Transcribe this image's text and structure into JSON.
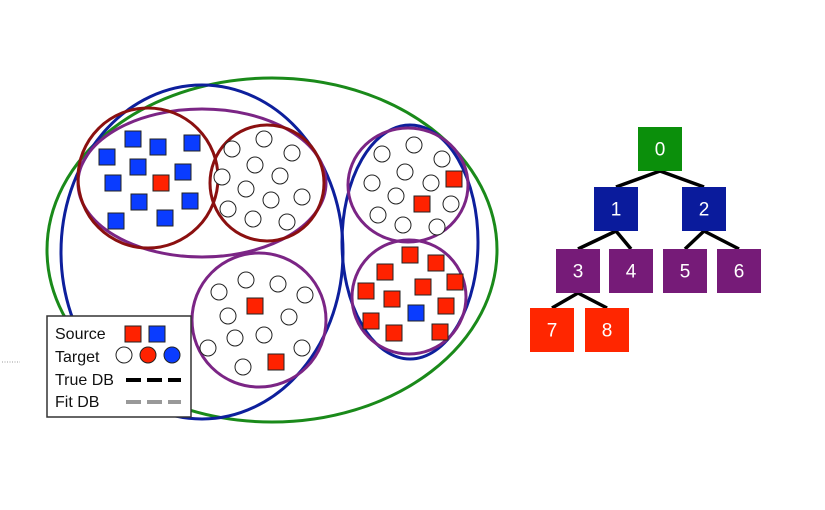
{
  "colors": {
    "source_red": "#ff2200",
    "source_blue": "#0a3cff",
    "green": "#1a8a1a",
    "blue": "#0d1f9c",
    "purple": "#7b2585",
    "dark_red": "#8b1010",
    "node_green": "#0b8f0b",
    "node_blue": "#0a1b9c",
    "node_purple": "#761b78",
    "node_red": "#ff2600"
  },
  "legend": {
    "source": "Source",
    "target": "Target",
    "true_db": "True DB",
    "fit_db": "Fit DB"
  },
  "tree": {
    "nodes": [
      {
        "label": "0",
        "level": "root"
      },
      {
        "label": "1",
        "level": "blue"
      },
      {
        "label": "2",
        "level": "blue"
      },
      {
        "label": "3",
        "level": "purple"
      },
      {
        "label": "4",
        "level": "purple"
      },
      {
        "label": "5",
        "level": "purple"
      },
      {
        "label": "6",
        "level": "purple"
      },
      {
        "label": "7",
        "level": "red"
      },
      {
        "label": "8",
        "level": "red"
      }
    ],
    "edges": [
      [
        "0",
        "1"
      ],
      [
        "0",
        "2"
      ],
      [
        "1",
        "3"
      ],
      [
        "1",
        "4"
      ],
      [
        "2",
        "5"
      ],
      [
        "2",
        "6"
      ],
      [
        "3",
        "7"
      ],
      [
        "3",
        "8"
      ]
    ]
  }
}
